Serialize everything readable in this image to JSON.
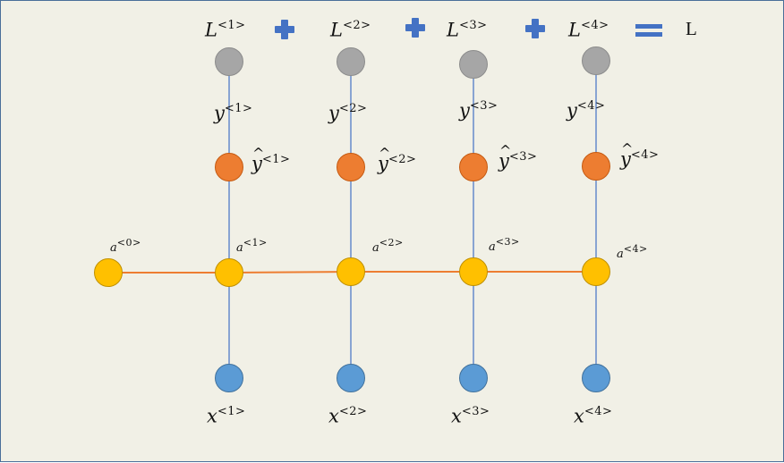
{
  "diagram": {
    "losses": [
      {
        "base": "L",
        "sup": "<1>"
      },
      {
        "base": "L",
        "sup": "<2>"
      },
      {
        "base": "L",
        "sup": "<3>"
      },
      {
        "base": "L",
        "sup": "<4>"
      }
    ],
    "total_label": "L",
    "targets": [
      {
        "base": "y",
        "sup": "<1>"
      },
      {
        "base": "y",
        "sup": "<2>"
      },
      {
        "base": "y",
        "sup": "<3>"
      },
      {
        "base": "y",
        "sup": "<4>"
      }
    ],
    "predictions": [
      {
        "base": "y",
        "sup": "<1>"
      },
      {
        "base": "y",
        "sup": "<2>"
      },
      {
        "base": "y",
        "sup": "<3>"
      },
      {
        "base": "y",
        "sup": "<4>"
      }
    ],
    "activations": [
      {
        "base": "a",
        "sup": "<0>"
      },
      {
        "base": "a",
        "sup": "<1>"
      },
      {
        "base": "a",
        "sup": "<2>"
      },
      {
        "base": "a",
        "sup": "<3>"
      },
      {
        "base": "a",
        "sup": "<4>"
      }
    ],
    "inputs": [
      {
        "base": "x",
        "sup": "<1>"
      },
      {
        "base": "x",
        "sup": "<2>"
      },
      {
        "base": "x",
        "sup": "<3>"
      },
      {
        "base": "x",
        "sup": "<4>"
      }
    ],
    "colors": {
      "background": "#f1f0e6",
      "loss_node": "#a6a6a6",
      "prediction_node": "#ed7d31",
      "activation_node": "#ffc000",
      "input_node": "#5b9bd5",
      "vertical_edge": "#4472c4",
      "horizontal_edge": "#ed7d31",
      "operator": "#4472c4"
    },
    "icons": [
      "plus-icon",
      "equals-icon"
    ]
  }
}
